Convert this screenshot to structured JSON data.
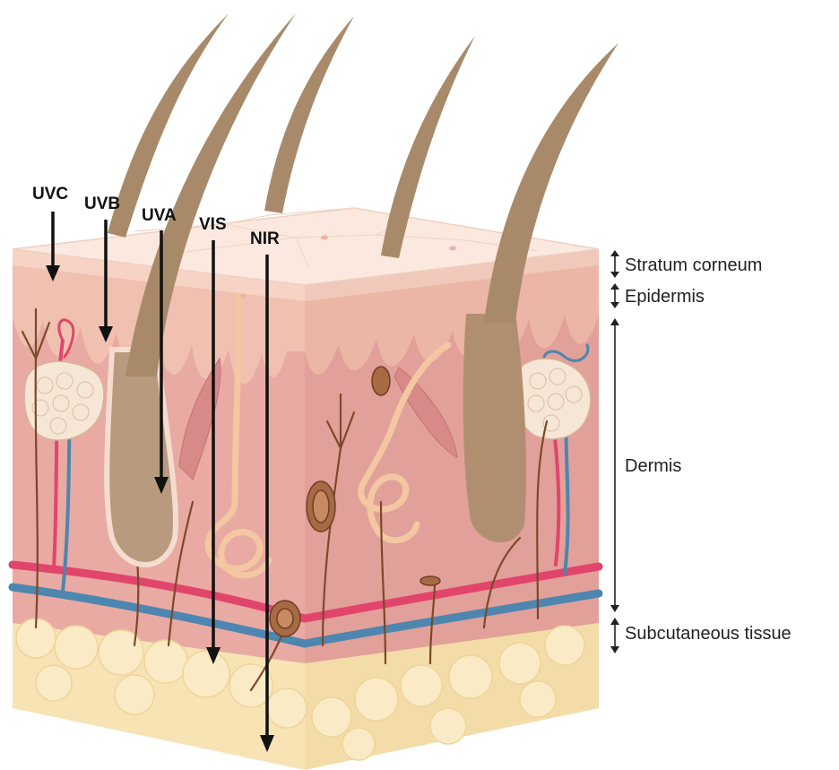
{
  "radiation": [
    {
      "label": "UVC"
    },
    {
      "label": "UVB"
    },
    {
      "label": "UVA"
    },
    {
      "label": "VIS"
    },
    {
      "label": "NIR"
    }
  ],
  "layers": [
    {
      "label": "Stratum corneum"
    },
    {
      "label": "Epidermis"
    },
    {
      "label": "Dermis"
    },
    {
      "label": "Subcutaneous tissue"
    }
  ],
  "colors": {
    "surface": "#fbe9df",
    "epidermis": "#f0c0b0",
    "dermis_front": "#e8aaa3",
    "dermis_side": "#e2a09a",
    "subcutaneous": "#f7e3b4",
    "fat_lobule": "#faebc6",
    "artery": "#e2456b",
    "vein": "#4d86ae",
    "hair": "#a88a6a",
    "nerve": "#7a4a2a",
    "arrow": "#111111"
  }
}
